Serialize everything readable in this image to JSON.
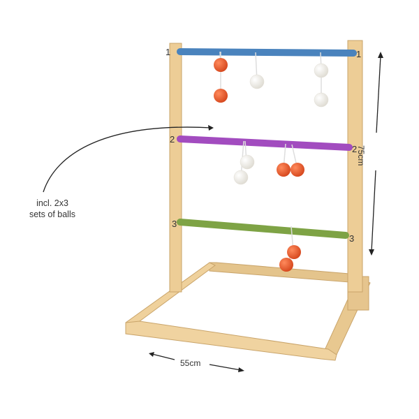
{
  "image": {
    "subject": "ladder-toss-game",
    "rungs": [
      {
        "number": "1",
        "color": "#4a83bd"
      },
      {
        "number": "2",
        "color": "#a24cbf"
      },
      {
        "number": "3",
        "color": "#7ea345"
      }
    ],
    "colors": {
      "wood": "#edcd96",
      "wood_edge": "#c9a46a",
      "ball_red": "#e65a2e",
      "ball_white": "#f4f2ec",
      "string": "#dddddd",
      "text": "#333333"
    }
  },
  "annotations": {
    "note_line1": "incl. 2x3",
    "note_line2": "sets of balls",
    "width": "55cm",
    "height": "75cm"
  }
}
